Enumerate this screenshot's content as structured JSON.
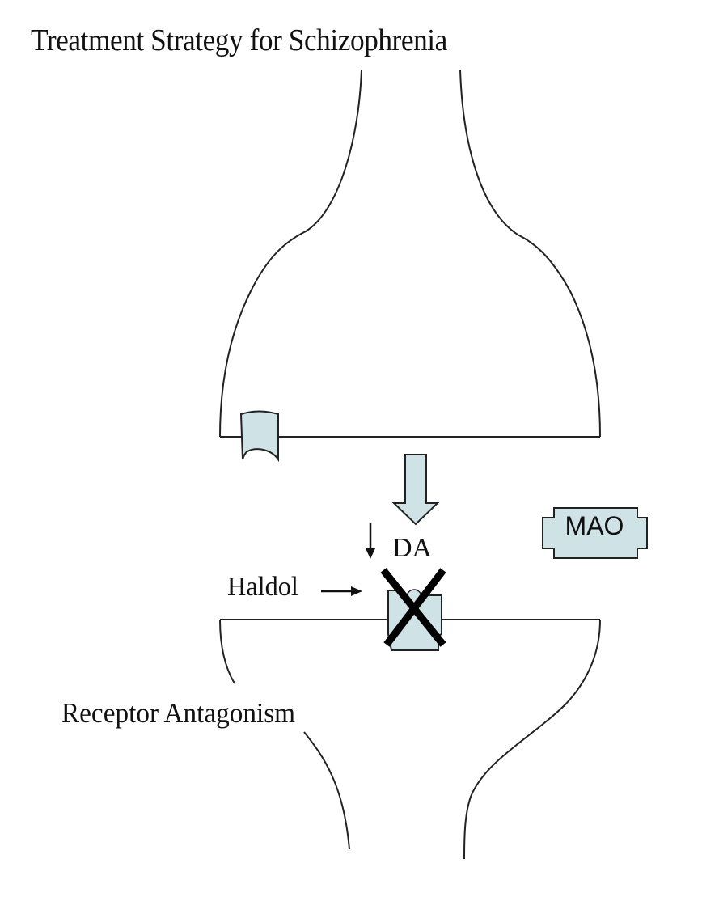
{
  "title": "Treatment Strategy for Schizophrenia",
  "caption": "Receptor Antagonism",
  "labels": {
    "neurotransmitter": "DA",
    "drug": "Haldol",
    "enzyme": "MAO"
  },
  "colors": {
    "fill": "#cfe3e6",
    "stroke": "#222222",
    "block_mark": "#000000"
  },
  "icons": {
    "release_arrow": "down-arrow-icon",
    "decrease_arrow": "small-down-arrow-icon",
    "drug_pointer": "right-arrow-icon",
    "blocked": "x-mark-icon"
  }
}
